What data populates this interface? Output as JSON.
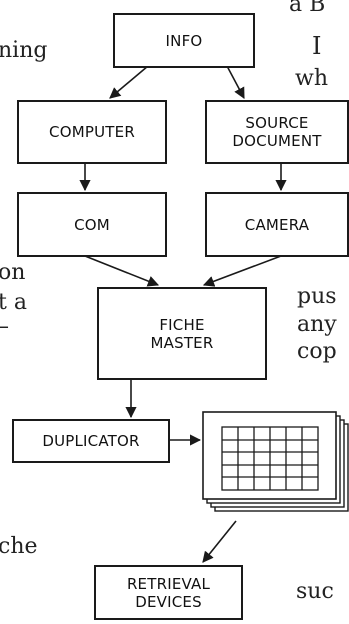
{
  "boxes": {
    "info": "INFO",
    "computer": "COMPUTER",
    "source_document_line1": "SOURCE",
    "source_document_line2": "DOCUMENT",
    "com": "COM",
    "camera": "CAMERA",
    "fiche_master_line1": "FICHE",
    "fiche_master_line2": "MASTER",
    "duplicator": "DUPLICATOR",
    "retrieval_line1": "RETRIEVAL",
    "retrieval_line2": "DEVICES"
  },
  "margin_text": {
    "top_right": "a B",
    "left_1": "ning",
    "right_1": "I",
    "right_2": "wh",
    "left_2": "on",
    "left_3": "t a",
    "left_4": "–",
    "right_3": "pus",
    "right_4": "any",
    "right_5": "cop",
    "left_5": "che",
    "bottom_right": "suc"
  },
  "icons": {
    "fiche_stack": "microfiche-stack-icon"
  }
}
